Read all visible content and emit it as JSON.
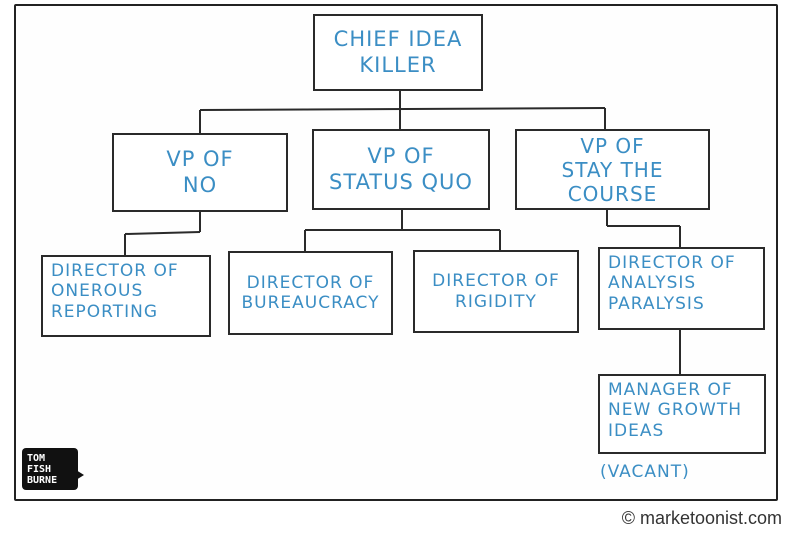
{
  "org_chart": {
    "chief": "CHIEF IDEA\nKILLER",
    "vp_no": "VP OF\nNO",
    "vp_status_quo": "VP OF\nSTATUS QUO",
    "vp_stay_course": "VP OF\nSTAY THE COURSE",
    "dir_onerous": "DIRECTOR OF\nONEROUS\nREPORTING",
    "dir_bureaucracy": "DIRECTOR OF\nBUREAUCRACY",
    "dir_rigidity": "DIRECTOR OF\nRIGIDITY",
    "dir_analysis": "DIRECTOR OF\nANALYSIS\nPARALYSIS",
    "mgr_growth": "MANAGER OF\nNEW GROWTH\nIDEAS",
    "vacant_note": "(VACANT)"
  },
  "logo_text": "TOM\nFISH\nBURNE",
  "credit": "© marketoonist.com",
  "colors": {
    "text_blue": "#3b8ec4",
    "line": "#2a2a2a"
  }
}
